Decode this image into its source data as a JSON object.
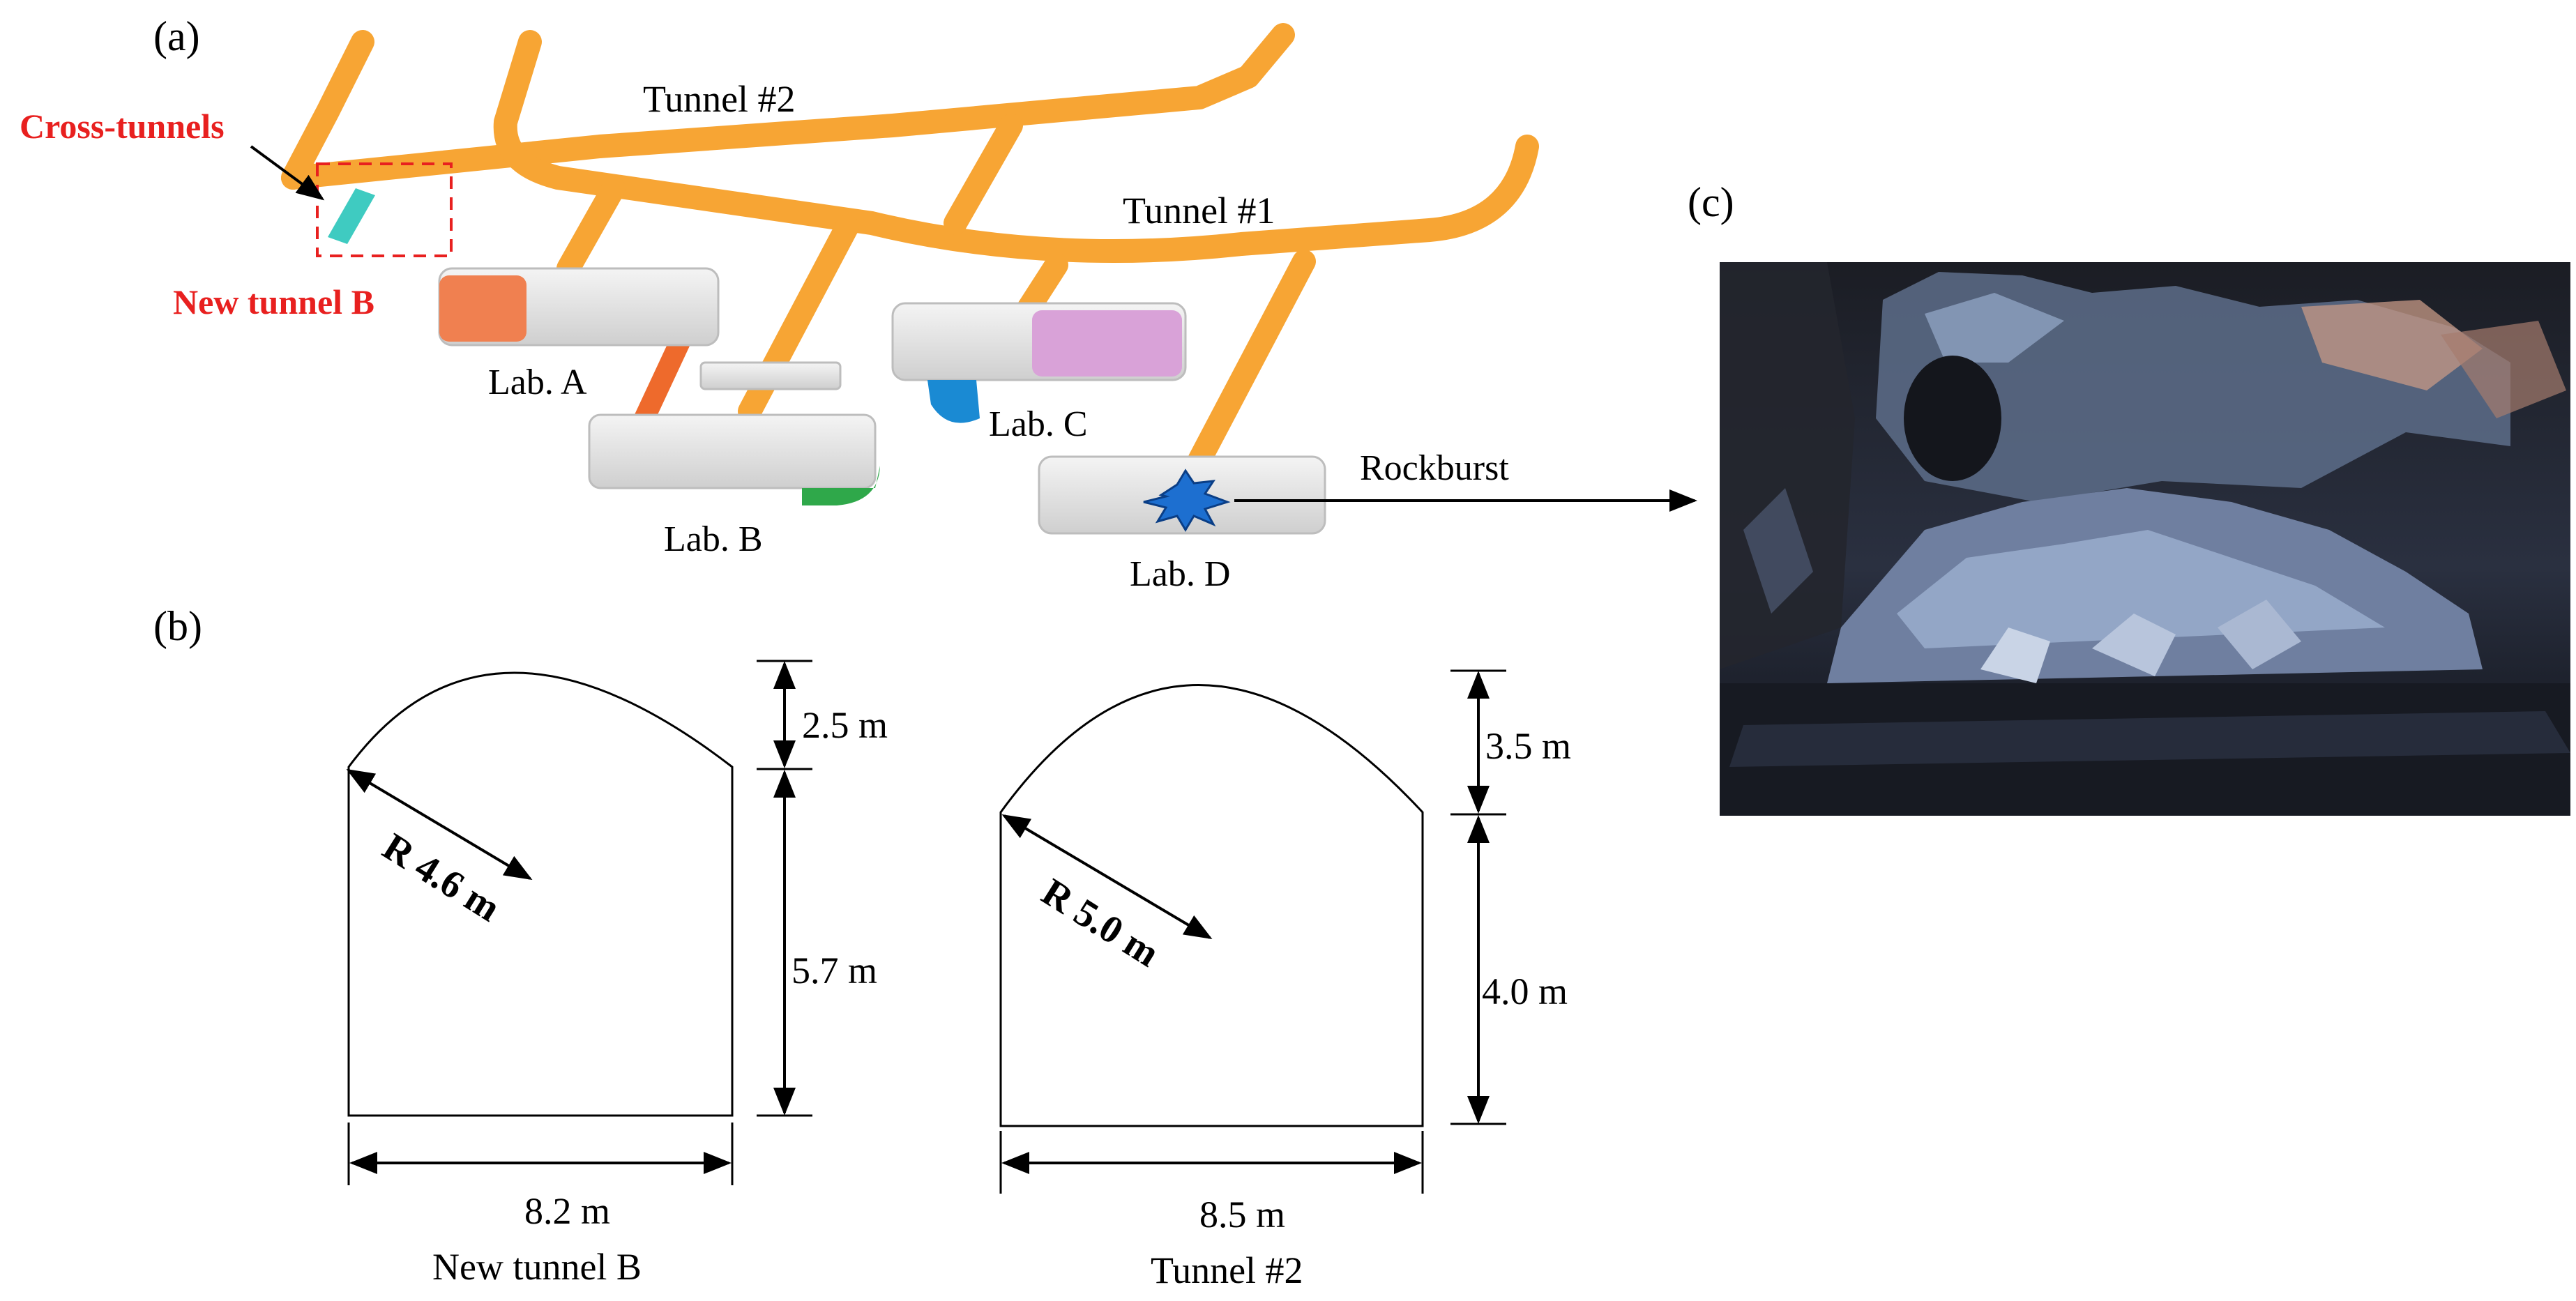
{
  "panel_a": {
    "label": "(a)",
    "cross_tunnels": "Cross-tunnels",
    "tunnel_2": "Tunnel #2",
    "tunnel_1": "Tunnel #1",
    "new_tunnel_b": "New tunnel B",
    "lab_a": "Lab. A",
    "lab_b": "Lab. B",
    "lab_c": "Lab. C",
    "lab_d": "Lab. D",
    "rockburst": "Rockburst"
  },
  "panel_b": {
    "label": "(b)",
    "new_tunnel_b": {
      "radius": "R 4.6 m",
      "arch_height": "2.5 m",
      "wall_height": "5.7 m",
      "width": "8.2 m",
      "caption": "New tunnel B"
    },
    "tunnel_2": {
      "radius": "R 5.0 m",
      "arch_height": "3.5 m",
      "wall_height": "4.0 m",
      "width": "8.5 m",
      "caption": "Tunnel #2"
    }
  },
  "panel_c": {
    "label": "(c)"
  },
  "colors": {
    "tunnel_orange": "#f7a534",
    "annotation_red": "#e8201f",
    "cross_tunnel_teal": "#3fcbc1",
    "rockburst_blue": "#1d6fd0",
    "lab_gray": "#d9d9d9",
    "lab_c_purple": "#d9a2d8",
    "lab_a_orange": "#f08050"
  }
}
